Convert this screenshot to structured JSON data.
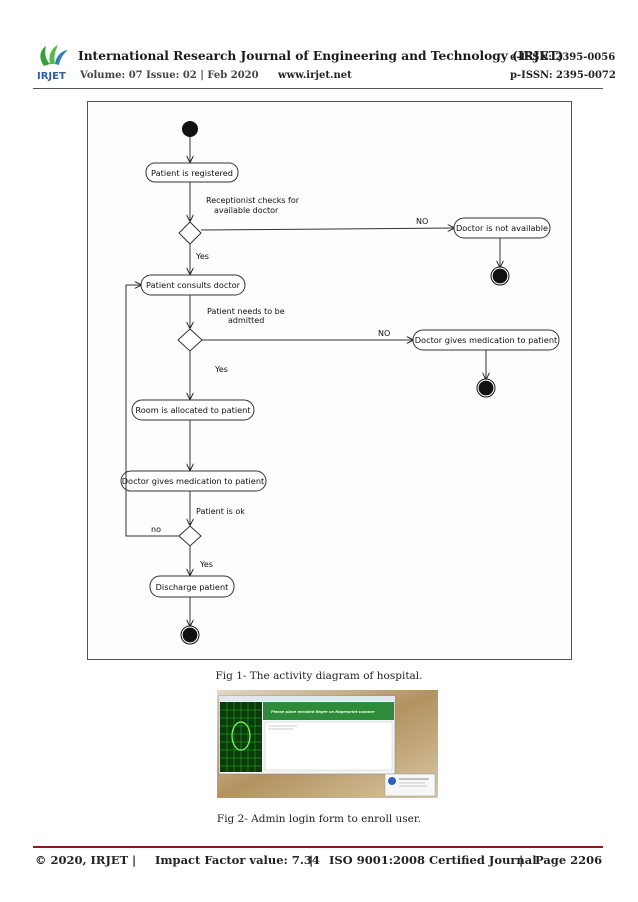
{
  "header": {
    "journal_title": "International Research Journal of Engineering and Technology (IRJET)",
    "eissn": "e-ISSN: 2395-0056",
    "volume": "Volume: 07 Issue: 02 | Feb 2020",
    "website": "www.irjet.net",
    "pissn": "p-ISSN: 2395-0072",
    "logo_text": "IRJET"
  },
  "diagram": {
    "nodes": {
      "registered": "Patient is registered",
      "not_available": "Doctor is not available",
      "consults": "Patient consults doctor",
      "medication_branch": "Doctor gives medication to patient",
      "room": "Room is allocated to patient",
      "medication": "Doctor gives medication to patient",
      "discharge": "Discharge patient"
    },
    "labels": {
      "check_line1": "Receptionist checks for",
      "check_line2": "available doctor",
      "no1": "NO",
      "yes1": "Yes",
      "admit_line1": "Patient needs to be",
      "admit_line2": "admitted",
      "no2": "NO",
      "yes2": "Yes",
      "ok": "Patient is ok",
      "no3": "no",
      "yes3": "Yes"
    }
  },
  "figure1_caption": "Fig 1- The activity diagram of hospital.",
  "screenshot": {
    "prompt": "Please place enrolled finger on fingerprint scanner"
  },
  "figure2_caption": "Fig 2- Admin login form to enroll user.",
  "footer": {
    "copyright": "© 2020, IRJET",
    "sep1": "|",
    "impact": "Impact Factor value: 7.34",
    "sep2": "|",
    "iso": "ISO 9001:2008 Certified Journal",
    "sep3": "|",
    "page": "Page 2206"
  }
}
